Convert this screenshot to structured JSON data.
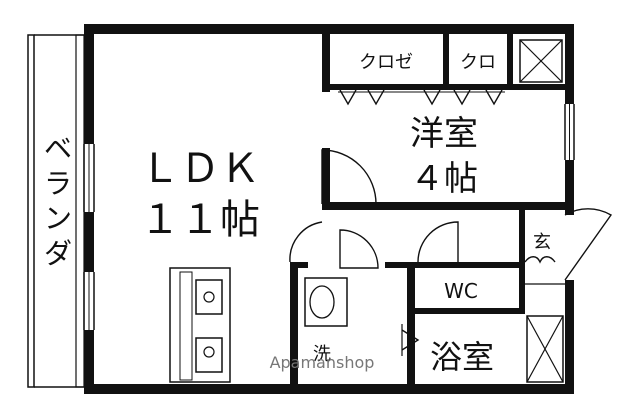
{
  "rooms": {
    "ldk_name": "ＬＤＫ",
    "ldk_size": "１１帖",
    "western_name": "洋室",
    "western_size": "４帖",
    "closet1": "クロゼ",
    "closet2": "クロ",
    "entrance": "玄",
    "wc": "WC",
    "bath": "浴室",
    "washroom": "洗",
    "veranda": "ベランダ"
  },
  "watermark": "Apamanshop"
}
